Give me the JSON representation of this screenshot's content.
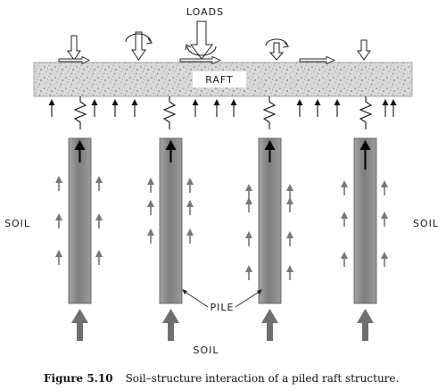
{
  "labels": {
    "loads": "LOADS",
    "raft": "RAFT",
    "soil_left": "SOIL",
    "soil_right": "SOIL",
    "soil_bottom": "SOIL",
    "pile": "PILE"
  },
  "caption": {
    "number": "Figure 5.10",
    "text": "Soil–structure interaction of a piled raft structure."
  },
  "colors": {
    "raft": "#d6d6d6",
    "pile": "#8a8a8a",
    "arrow": "#7a7a7a",
    "line": "#111111"
  }
}
